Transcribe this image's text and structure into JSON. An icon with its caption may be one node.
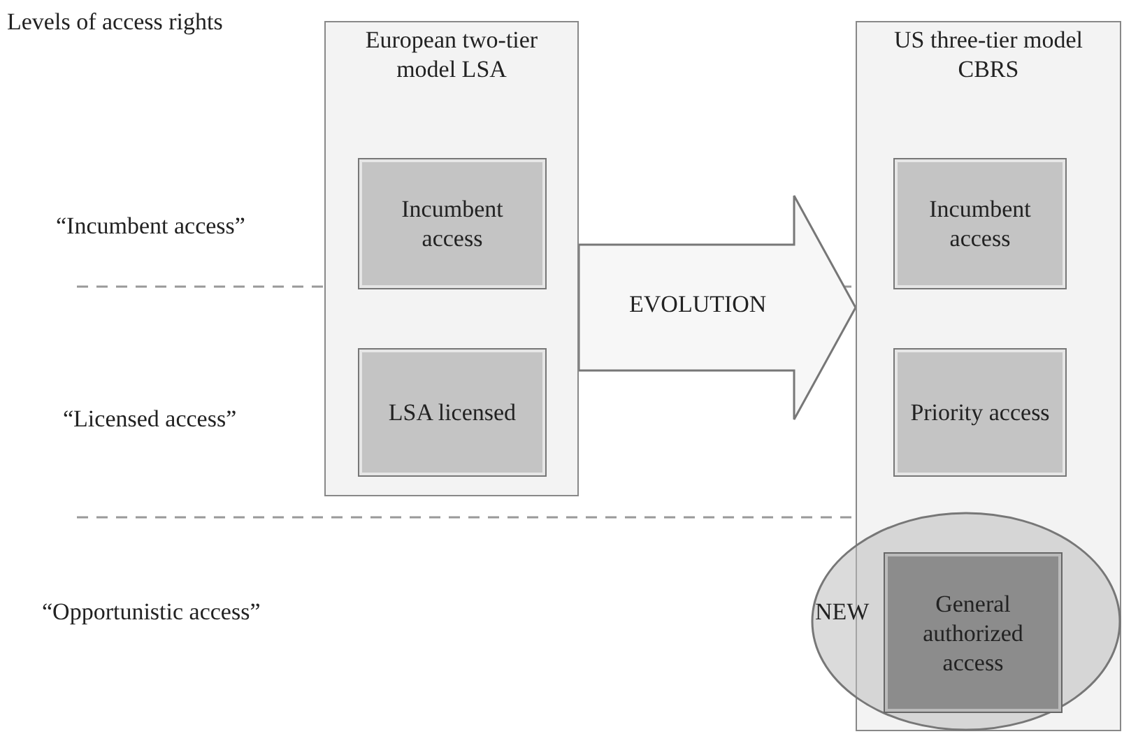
{
  "diagram": {
    "nodes": [
      {
        "text": [
          "European two-tier model LSA"
        ]
      },
      {
        "text": [
          "Incumbent access"
        ],
        "in": 0
      },
      {
        "text": [
          "LSA licensed"
        ],
        "in": 0
      },
      {
        "text": [
          "US three-tier model CBRS"
        ]
      },
      {
        "text": [
          "Incumbent access"
        ],
        "in": 3
      },
      {
        "text": [
          "Priority access"
        ],
        "in": 3
      },
      {
        "text": [
          "NEW"
        ]
      },
      {
        "text": [
          "General authorized access"
        ],
        "in": 6
      }
    ],
    "edges": [
      {
        "from": 0,
        "to": 3,
        "arrow": "to",
        "label": "EVOLUTION"
      }
    ],
    "labels": [
      "Levels of access rights",
      "“Incumbent access”",
      "“Licensed access”",
      "“Opportunistic access”"
    ]
  }
}
